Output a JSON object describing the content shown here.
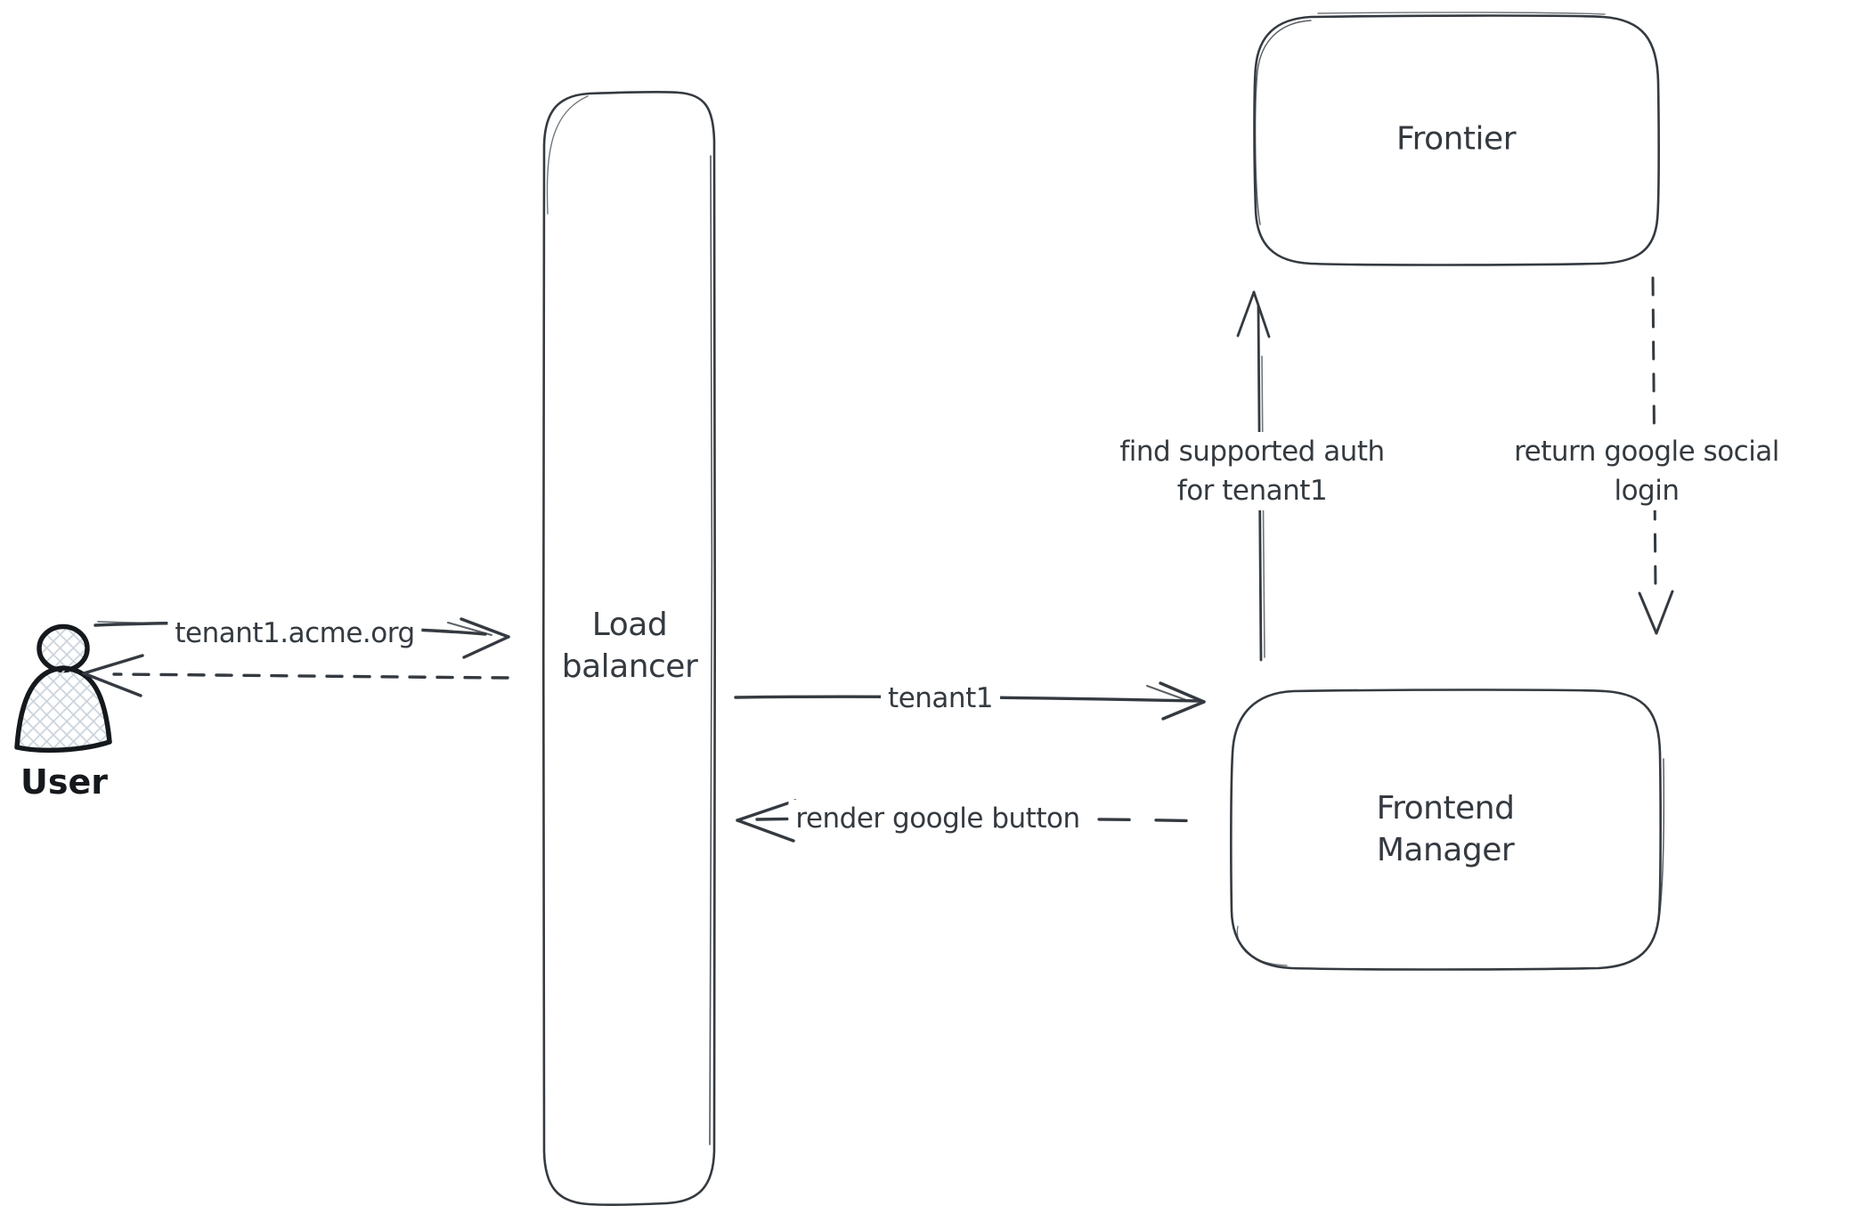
{
  "palette": {
    "background": "#ffffff",
    "stroke": "#343a40",
    "icon_stroke": "#15181c",
    "hatch_fill": "#cdd5dc",
    "label_text": "#343a40"
  },
  "user": {
    "label": "User"
  },
  "nodes": {
    "load_balancer": {
      "lines": [
        "Load",
        "balancer"
      ]
    },
    "frontier": {
      "label": "Frontier"
    },
    "frontend_manager": {
      "lines": [
        "Frontend",
        "Manager"
      ]
    }
  },
  "edges": {
    "user_to_lb": {
      "label": "tenant1.acme.org",
      "style": "solid"
    },
    "lb_to_user": {
      "style": "dashed"
    },
    "lb_to_fm": {
      "label": "tenant1",
      "style": "solid"
    },
    "fm_to_lb": {
      "label": "render google button",
      "style": "dashed"
    },
    "fm_to_frontier": {
      "lines": [
        "find supported auth",
        "for tenant1"
      ],
      "style": "solid"
    },
    "frontier_to_fm": {
      "lines": [
        "return google social",
        "login"
      ],
      "style": "dashed"
    }
  }
}
